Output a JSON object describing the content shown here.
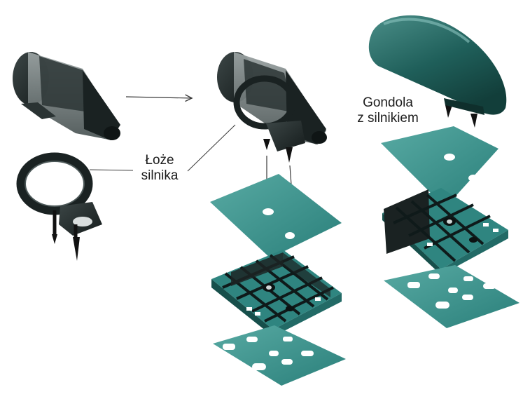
{
  "labels": {
    "engine_mount": {
      "line1": "Łoże",
      "line2": "silnika"
    },
    "gondola": {
      "line1": "Gondola",
      "line2": "z silnikiem"
    }
  },
  "colors": {
    "teal": "#2e8b86",
    "teal_light": "#5fb3ac",
    "teal_dark": "#155852",
    "dark_part": "#1f2a2a",
    "grey_part": "#6f7878",
    "line": "#3a3a3a"
  }
}
